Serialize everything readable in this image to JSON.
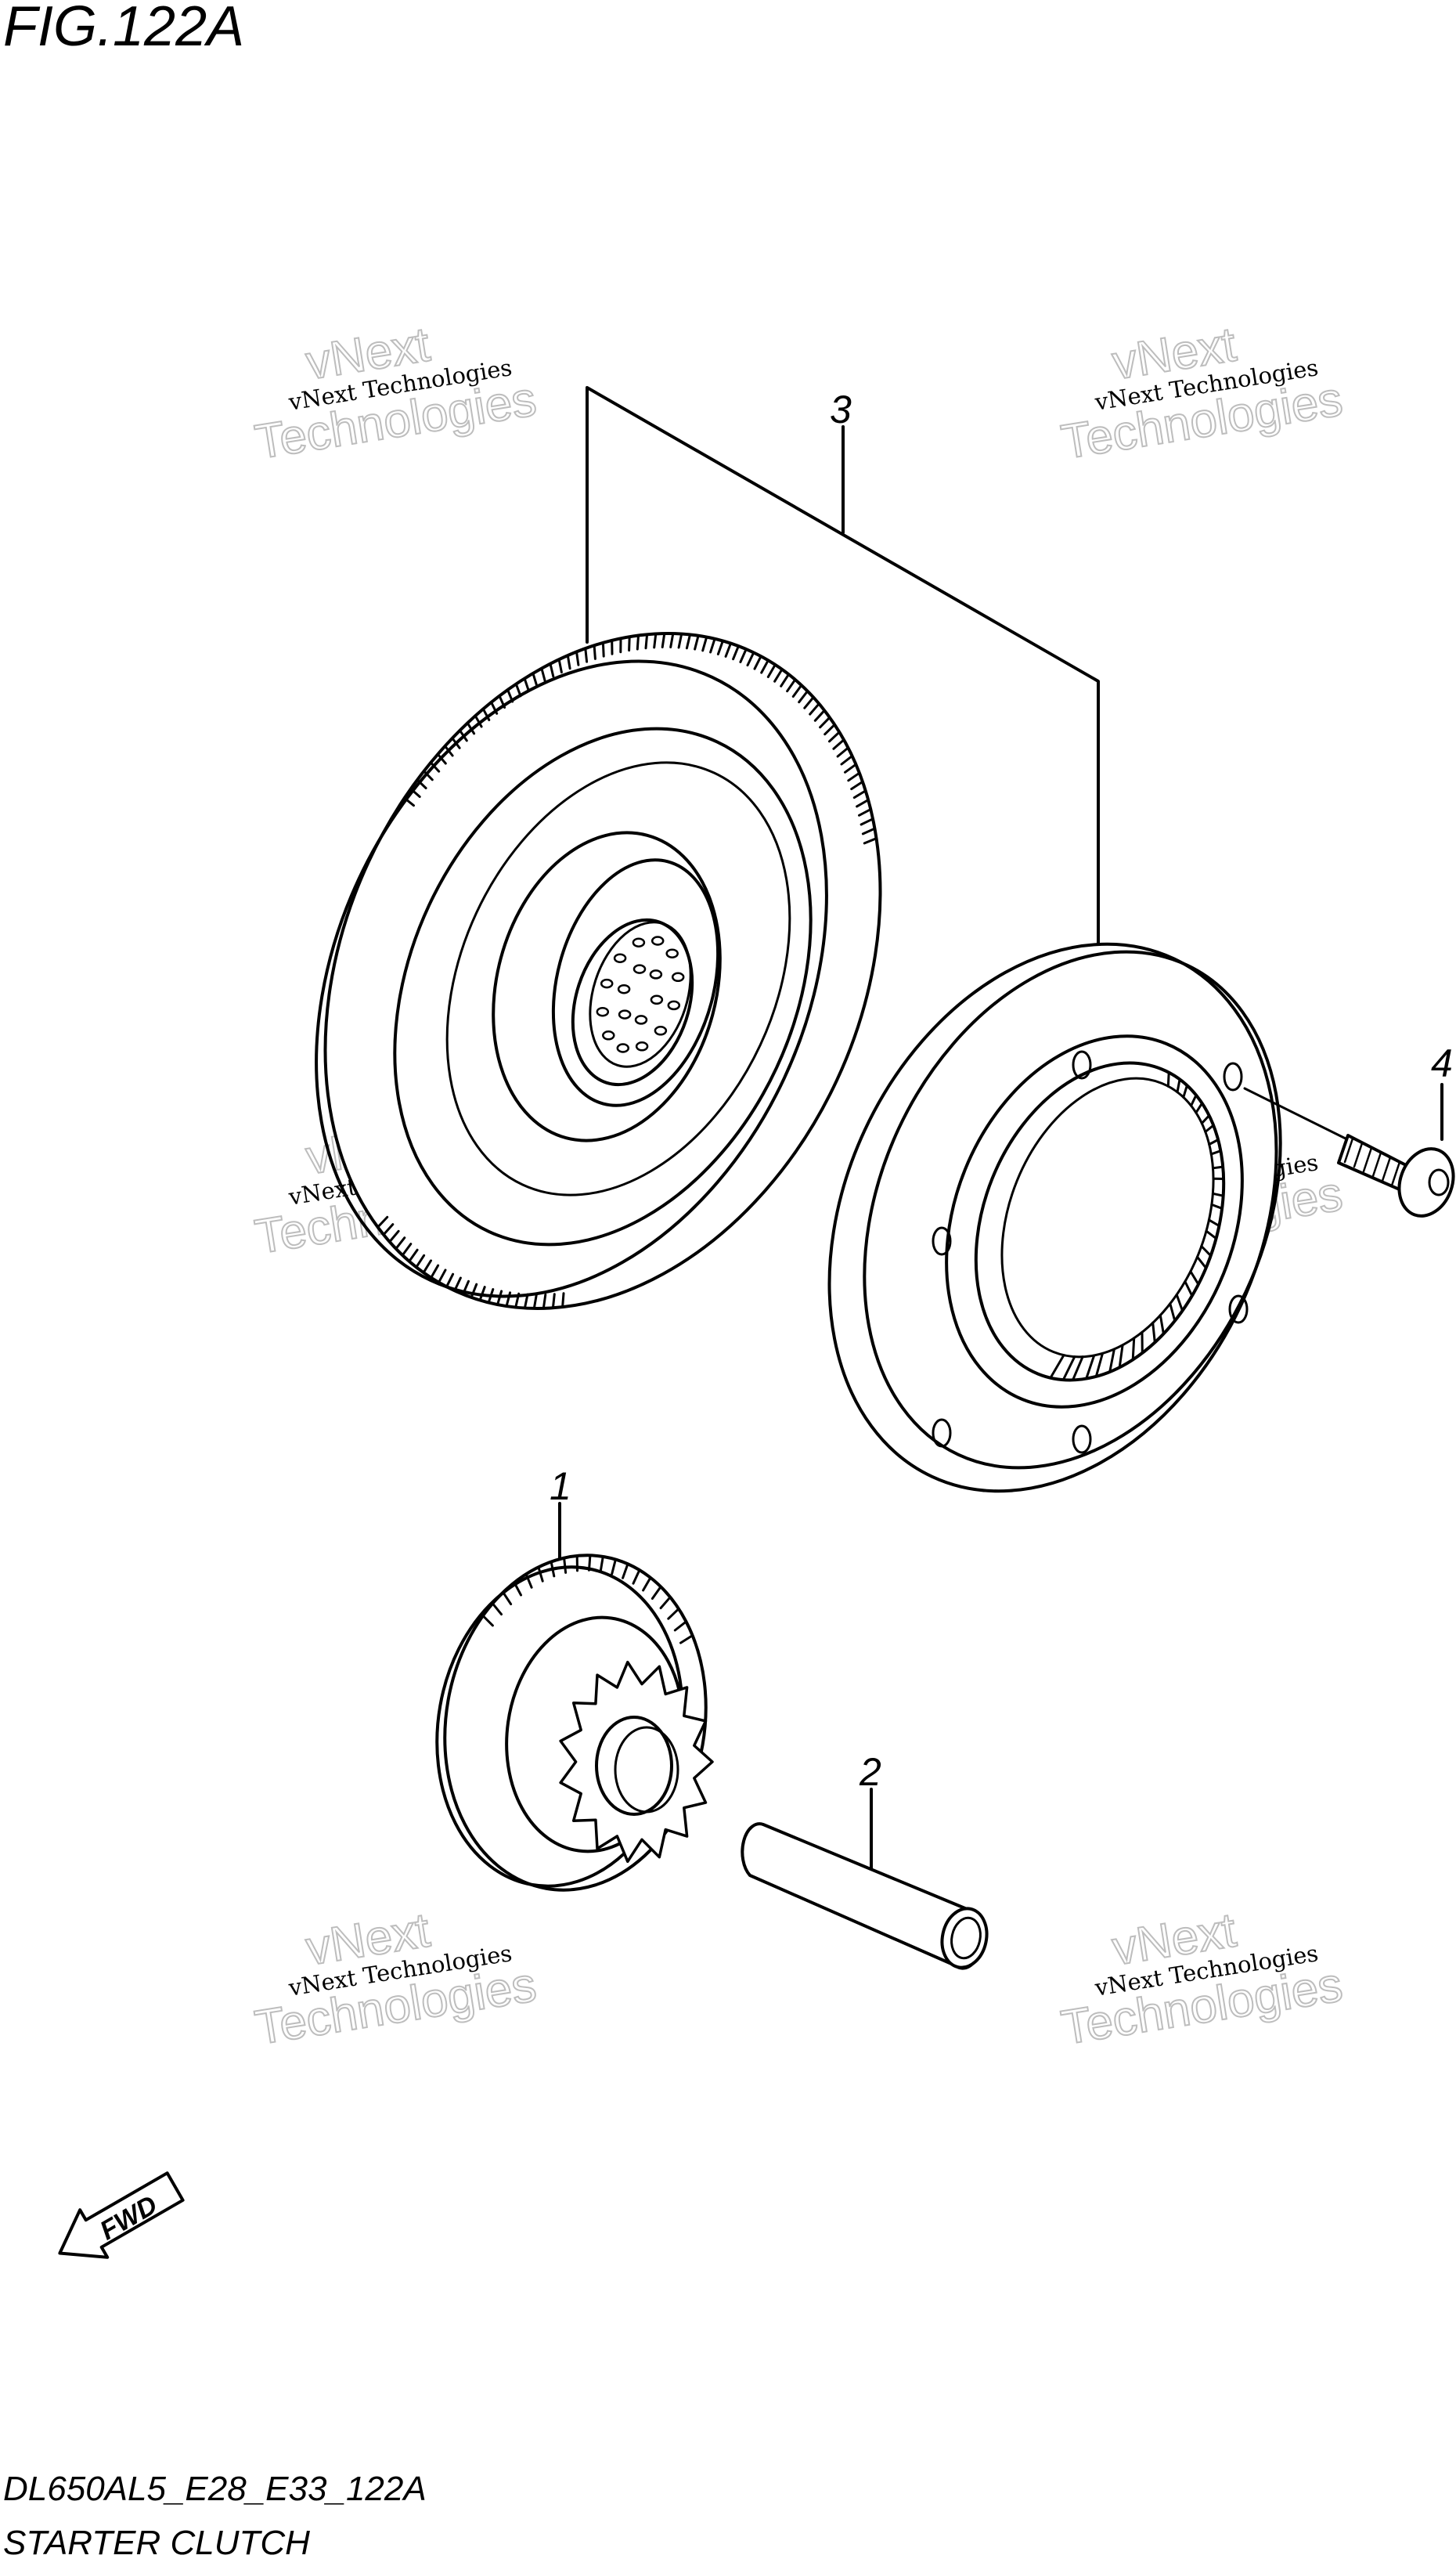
{
  "figure": {
    "title": "FIG.122A",
    "code": "DL650AL5_E28_E33_122A",
    "name": "STARTER CLUTCH"
  },
  "callouts": [
    "1",
    "2",
    "3",
    "4"
  ],
  "fwd_label": "FWD",
  "watermark": {
    "line_small": "vNext Technologies",
    "line_big_1": "vNext",
    "line_big_2": "Technologies"
  },
  "parts": {
    "starter_driven_gear": "3",
    "idle_gear": "1",
    "idle_gear_shaft": "2",
    "clutch_bolt": "4"
  }
}
